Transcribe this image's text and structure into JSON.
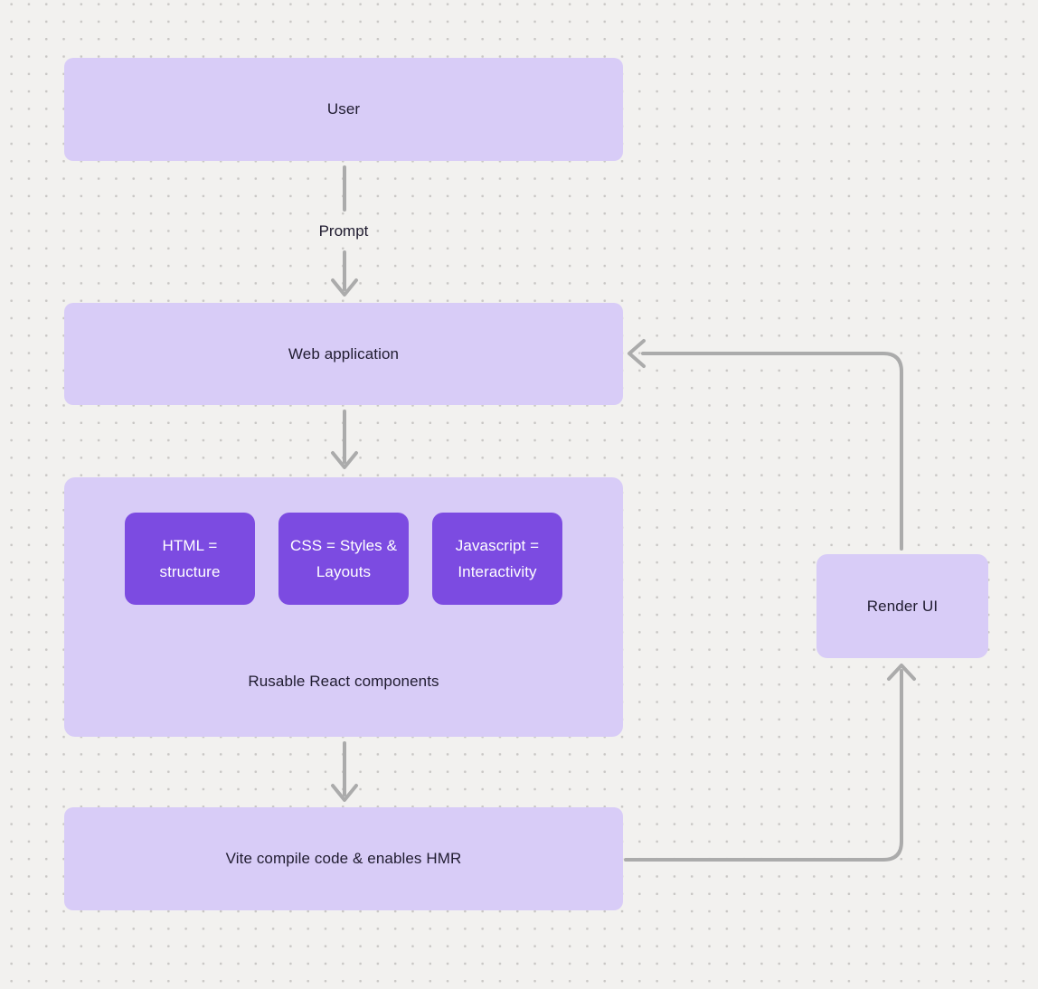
{
  "diagram": {
    "nodes": {
      "user": {
        "label": "User"
      },
      "web_application": {
        "label": "Web application"
      },
      "components_group": {
        "caption": "Rusable React components",
        "children": [
          {
            "label": "HTML = structure"
          },
          {
            "label": "CSS = Styles & Layouts"
          },
          {
            "label": "Javascript = Interactivity"
          }
        ]
      },
      "vite": {
        "label": "Vite compile code & enables HMR"
      },
      "render_ui": {
        "label": "Render UI"
      }
    },
    "edge_labels": {
      "prompt": "Prompt"
    },
    "edges": [
      {
        "from": "user",
        "to": "web_application",
        "label": "Prompt"
      },
      {
        "from": "web_application",
        "to": "components_group",
        "label": ""
      },
      {
        "from": "components_group",
        "to": "vite",
        "label": ""
      },
      {
        "from": "vite",
        "to": "render_ui",
        "label": ""
      },
      {
        "from": "render_ui",
        "to": "web_application",
        "label": ""
      }
    ]
  },
  "colors": {
    "canvas_bg": "#f2f1ef",
    "dot": "#c9c7c5",
    "box_light": "#d8ccf7",
    "box_purple": "#7c4be1",
    "arrow": "#ababab",
    "text_dark": "#201c30",
    "text_light": "#ffffff"
  }
}
